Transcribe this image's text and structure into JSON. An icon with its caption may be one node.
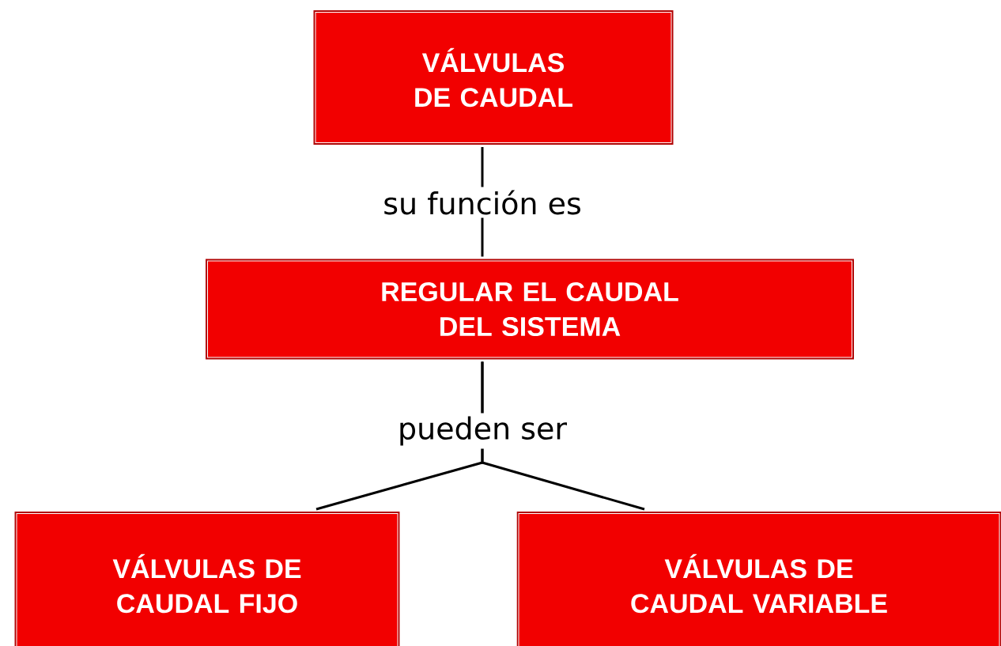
{
  "diagram": {
    "nodes": [
      {
        "text": [
          "VÁLVULAS DE CAUDAL"
        ]
      },
      {
        "text": [
          "REGULAR EL CAUDAL DEL SISTEMA"
        ]
      },
      {
        "text": [
          "VÁLVULAS DE CAUDAL FIJO"
        ]
      },
      {
        "text": [
          "VÁLVULAS DE CAUDAL VARIABLE"
        ]
      }
    ],
    "edges": [
      {
        "from": 0,
        "to": 1,
        "arrow": "none",
        "label": "su función es"
      },
      {
        "from": 1,
        "to": 2,
        "arrow": "none",
        "label": "pueden ser"
      },
      {
        "from": 1,
        "to": 3,
        "arrow": "none"
      }
    ]
  }
}
